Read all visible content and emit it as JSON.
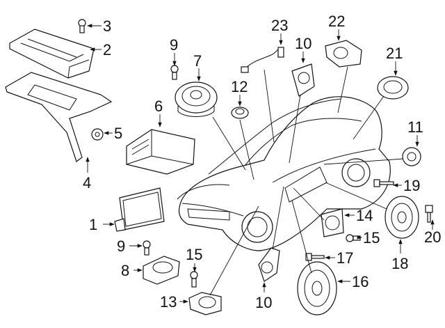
{
  "callouts": [
    {
      "id": "c1",
      "num": "1"
    },
    {
      "id": "c2",
      "num": "2"
    },
    {
      "id": "c3",
      "num": "3"
    },
    {
      "id": "c4",
      "num": "4"
    },
    {
      "id": "c5",
      "num": "5"
    },
    {
      "id": "c6",
      "num": "6"
    },
    {
      "id": "c7",
      "num": "7"
    },
    {
      "id": "c8",
      "num": "8"
    },
    {
      "id": "c9a",
      "num": "9"
    },
    {
      "id": "c9b",
      "num": "9"
    },
    {
      "id": "c10a",
      "num": "10"
    },
    {
      "id": "c10b",
      "num": "10"
    },
    {
      "id": "c11",
      "num": "11"
    },
    {
      "id": "c12",
      "num": "12"
    },
    {
      "id": "c13",
      "num": "13"
    },
    {
      "id": "c14",
      "num": "14"
    },
    {
      "id": "c15a",
      "num": "15"
    },
    {
      "id": "c15b",
      "num": "15"
    },
    {
      "id": "c16",
      "num": "16"
    },
    {
      "id": "c17",
      "num": "17"
    },
    {
      "id": "c18",
      "num": "18"
    },
    {
      "id": "c19",
      "num": "19"
    },
    {
      "id": "c20",
      "num": "20"
    },
    {
      "id": "c21",
      "num": "21"
    },
    {
      "id": "c22",
      "num": "22"
    },
    {
      "id": "c23",
      "num": "23"
    }
  ]
}
